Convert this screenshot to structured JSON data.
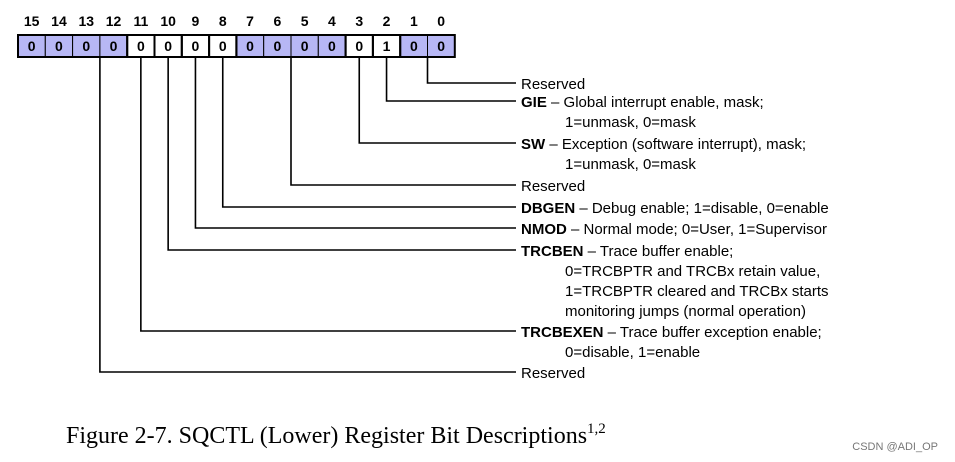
{
  "register": {
    "bit_numbers": [
      "15",
      "14",
      "13",
      "12",
      "11",
      "10",
      "9",
      "8",
      "7",
      "6",
      "5",
      "4",
      "3",
      "2",
      "1",
      "0"
    ],
    "bit_values": [
      "0",
      "0",
      "0",
      "0",
      "0",
      "0",
      "0",
      "0",
      "0",
      "0",
      "0",
      "0",
      "0",
      "1",
      "0",
      "0"
    ],
    "field_colors": {
      "reserved": "#b7b7f5",
      "defined": "#ffffff"
    }
  },
  "fields": [
    {
      "name": "",
      "lines": [
        "Reserved"
      ]
    },
    {
      "name": "GIE",
      "lines": [
        " – Global interrupt enable, mask;",
        "1=unmask, 0=mask"
      ]
    },
    {
      "name": "SW",
      "lines": [
        " – Exception (software interrupt), mask;",
        "1=unmask, 0=mask"
      ]
    },
    {
      "name": "",
      "lines": [
        "Reserved"
      ]
    },
    {
      "name": "DBGEN",
      "lines": [
        " – Debug enable; 1=disable, 0=enable"
      ]
    },
    {
      "name": "NMOD",
      "lines": [
        " – Normal mode; 0=User, 1=Supervisor"
      ]
    },
    {
      "name": "TRCBEN",
      "lines": [
        " – Trace buffer enable;",
        "0=TRCBPTR and TRCBx retain value,",
        "1=TRCBPTR cleared and TRCBx starts",
        "monitoring jumps (normal operation)"
      ]
    },
    {
      "name": "TRCBEXEN",
      "lines": [
        " – Trace buffer exception enable;",
        "0=disable, 1=enable"
      ]
    },
    {
      "name": "",
      "lines": [
        "Reserved"
      ]
    }
  ],
  "caption": {
    "text": "Figure 2-7. SQCTL (Lower) Register Bit Descriptions",
    "superscript": "1,2"
  },
  "watermark": "CSDN @ADI_OP"
}
